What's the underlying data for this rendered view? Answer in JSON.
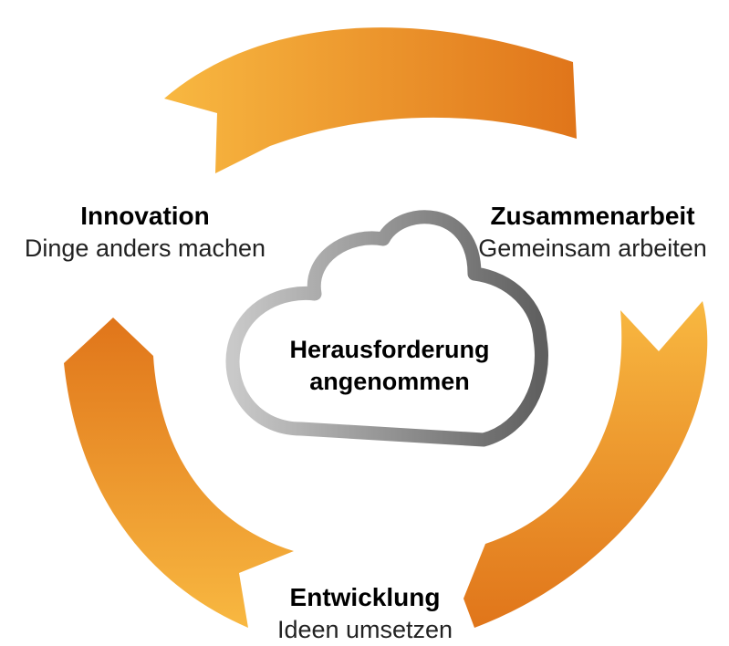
{
  "colors": {
    "arrow_light": "#F8B841",
    "arrow_dark": "#E0751A",
    "cloud_light": "#C9C9C9",
    "cloud_dark": "#5F5F5F",
    "text": "#000000"
  },
  "center": {
    "line1": "Herausforderung",
    "line2": "angenommen"
  },
  "nodes": [
    {
      "title": "Innovation",
      "subtitle": "Dinge anders machen"
    },
    {
      "title": "Zusammenarbeit",
      "subtitle": "Gemeinsam arbeiten"
    },
    {
      "title": "Entwicklung",
      "subtitle": "Ideen umsetzen"
    }
  ]
}
